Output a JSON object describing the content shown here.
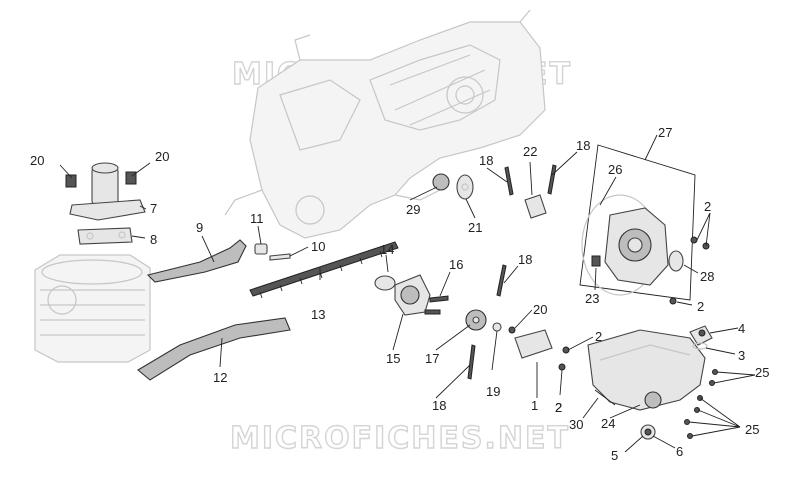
{
  "watermark": {
    "top": "MICROFICHES.NET",
    "bottom": "MICROFICHES.NET"
  },
  "callouts": [
    "20",
    "20",
    "7",
    "8",
    "9",
    "11",
    "10",
    "14",
    "16",
    "13",
    "15",
    "17",
    "19",
    "18",
    "18",
    "18",
    "18",
    "22",
    "29",
    "21",
    "20",
    "26",
    "27",
    "2",
    "2",
    "28",
    "23",
    "2",
    "2",
    "4",
    "3",
    "25",
    "25",
    "1",
    "2",
    "30",
    "24",
    "5",
    "6",
    "12"
  ]
}
